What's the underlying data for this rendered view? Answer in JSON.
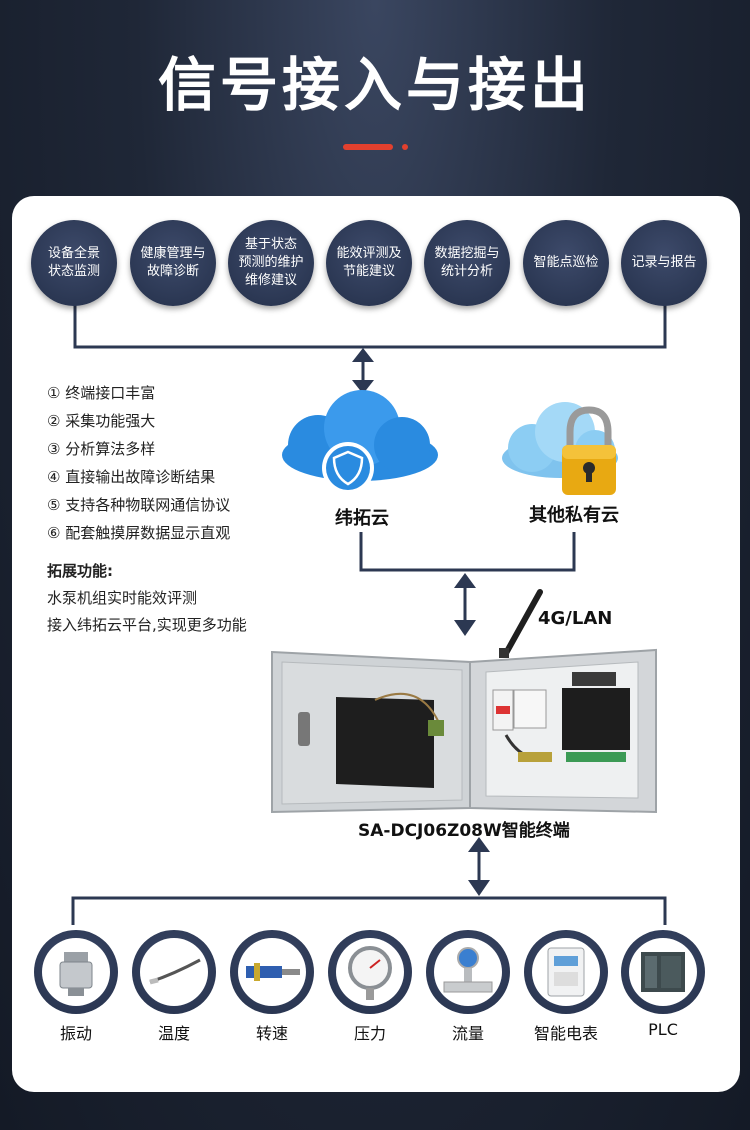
{
  "title": "信号接入与接出",
  "features": [
    {
      "label": "设备全景\n状态监测"
    },
    {
      "label": "健康管理与\n故障诊断"
    },
    {
      "label": "基于状态\n预测的维护\n维修建议"
    },
    {
      "label": "能效评测及\n节能建议"
    },
    {
      "label": "数据挖掘与\n统计分析"
    },
    {
      "label": "智能点巡检"
    },
    {
      "label": "记录与报告"
    }
  ],
  "advantages": [
    "① 终端接口丰富",
    "② 采集功能强大",
    "③ 分析算法多样",
    "④ 直接输出故障诊断结果",
    "⑤ 支持各种物联网通信协议",
    "⑥ 配套触摸屏数据显示直观"
  ],
  "extension": {
    "heading": "拓展功能:",
    "lines": [
      "水泵机组实时能效评测",
      "接入纬拓云平台,实现更多功能"
    ]
  },
  "clouds": {
    "weituo": "纬拓云",
    "private": "其他私有云"
  },
  "network_label": "4G/LAN",
  "terminal_label": "SA-DCJ06Z08W智能终端",
  "sensors": [
    {
      "label": "振动",
      "icon": "vibration-sensor-icon"
    },
    {
      "label": "温度",
      "icon": "temperature-probe-icon"
    },
    {
      "label": "转速",
      "icon": "speed-sensor-icon"
    },
    {
      "label": "压力",
      "icon": "pressure-gauge-icon"
    },
    {
      "label": "流量",
      "icon": "flow-meter-icon"
    },
    {
      "label": "智能电表",
      "icon": "smart-meter-icon"
    },
    {
      "label": "PLC",
      "icon": "plc-icon"
    }
  ],
  "colors": {
    "navy": "#24304a",
    "accent": "#e2402e",
    "cloud_blue": "#2a8be0"
  }
}
